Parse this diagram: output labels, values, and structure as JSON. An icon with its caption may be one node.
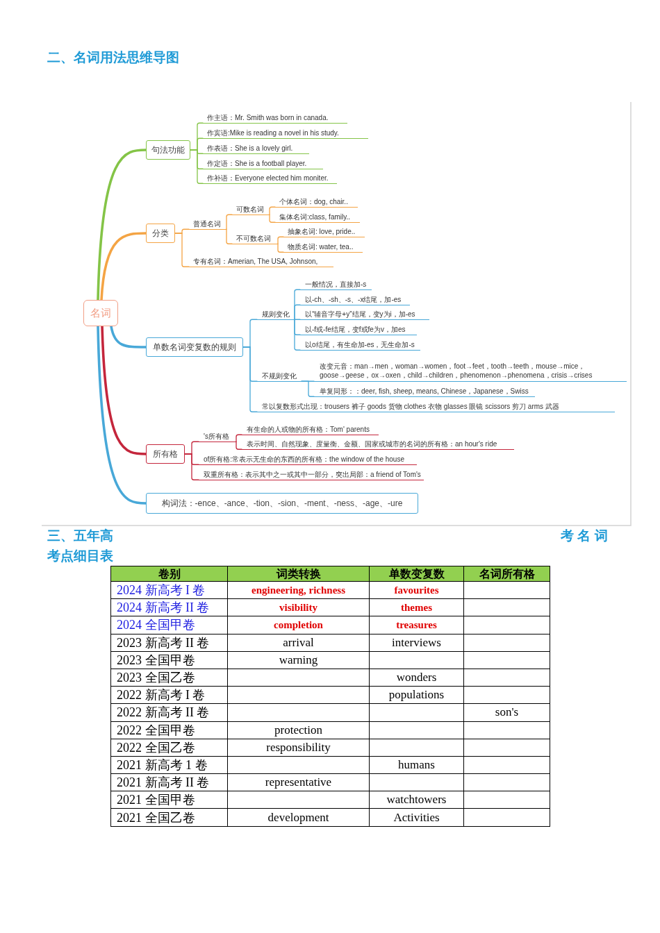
{
  "diagram": {
    "title": "二、名词用法思维导图",
    "nodes": [
      {
        "text": [
          "名词"
        ]
      },
      {
        "text": [
          "句法功能"
        ]
      },
      {
        "text": [
          "作主语：Mr. Smith was born in canada."
        ]
      },
      {
        "text": [
          "作宾语:Mike is reading a novel in his study."
        ]
      },
      {
        "text": [
          "作表语：She is a lovely girl."
        ]
      },
      {
        "text": [
          "作定语：She is a football player."
        ]
      },
      {
        "text": [
          "作补语：Everyone elected him moniter."
        ]
      },
      {
        "text": [
          "分类"
        ]
      },
      {
        "text": [
          "普通名词"
        ]
      },
      {
        "text": [
          "可数名词"
        ]
      },
      {
        "text": [
          "个体名词：dog, chair.."
        ]
      },
      {
        "text": [
          "集体名词:class, family.."
        ]
      },
      {
        "text": [
          "不可数名词"
        ]
      },
      {
        "text": [
          "抽象名词: love, pride.."
        ]
      },
      {
        "text": [
          "物质名词: water, tea.."
        ]
      },
      {
        "text": [
          "专有名词：Amerian, The USA, Johnson,"
        ]
      },
      {
        "text": [
          "单数名词变复数的规则"
        ]
      },
      {
        "text": [
          "规则变化"
        ]
      },
      {
        "text": [
          "一般情况，直接加-s"
        ]
      },
      {
        "text": [
          "以-ch、-sh、-s、-x结尾，加-es"
        ]
      },
      {
        "text": [
          "以“辅音字母+y”结尾，变y为i，加-es"
        ]
      },
      {
        "text": [
          "以-f或-fe结尾，变f或fe为v，加es"
        ]
      },
      {
        "text": [
          "以o结尾，有生命加-es，无生命加-s"
        ]
      },
      {
        "text": [
          "不规则变化"
        ]
      },
      {
        "text": [
          "改变元音：man→men，woman→women，foot→feet，tooth→teeth，mouse→mice，goose→geese，ox→oxen，child→children，phenomenon→phenomena，crisis→crises"
        ]
      },
      {
        "text": [
          "单复同形：：deer, fish, sheep, means, Chinese，Japanese，Swiss"
        ]
      },
      {
        "text": [
          "常以复数形式出现：trousers 裤子 goods 货物 clothes 衣物 glasses 眼镜 scissors 剪刀 arms 武器"
        ]
      },
      {
        "text": [
          "所有格"
        ]
      },
      {
        "text": [
          "'s所有格"
        ]
      },
      {
        "text": [
          "有生命的人或物的所有格：Tom' parents"
        ]
      },
      {
        "text": [
          "表示时间、自然现象、度量衡、金额、国家或城市的名词的所有格：an hour's ride"
        ]
      },
      {
        "text": [
          "of所有格:常表示无生命的东西的所有格：the window of the house"
        ]
      },
      {
        "text": [
          "双重所有格：表示其中之一或其中一部分，突出局部：a friend of Tom's"
        ]
      },
      {
        "text": [
          "构词法：-ence、-ance、-tion、-sion、-ment、-ness、-age、-ure"
        ]
      }
    ],
    "edges": [
      {
        "from": 0,
        "to": 1,
        "arrow": "none",
        "style": "thick",
        "color": "#84c447"
      },
      {
        "from": 1,
        "to": 2,
        "arrow": "none",
        "color": "#84c447"
      },
      {
        "from": 1,
        "to": 3,
        "arrow": "none",
        "color": "#84c447"
      },
      {
        "from": 1,
        "to": 4,
        "arrow": "none",
        "color": "#84c447"
      },
      {
        "from": 1,
        "to": 5,
        "arrow": "none",
        "color": "#84c447"
      },
      {
        "from": 1,
        "to": 6,
        "arrow": "none",
        "color": "#84c447"
      },
      {
        "from": 0,
        "to": 7,
        "arrow": "none",
        "style": "thick",
        "color": "#f4a444"
      },
      {
        "from": 7,
        "to": 8,
        "arrow": "none",
        "color": "#f4a444"
      },
      {
        "from": 8,
        "to": 9,
        "arrow": "none",
        "color": "#f4a444"
      },
      {
        "from": 9,
        "to": 10,
        "arrow": "none",
        "color": "#f4a444"
      },
      {
        "from": 9,
        "to": 11,
        "arrow": "none",
        "color": "#f4a444"
      },
      {
        "from": 8,
        "to": 12,
        "arrow": "none",
        "color": "#f4a444"
      },
      {
        "from": 12,
        "to": 13,
        "arrow": "none",
        "color": "#f4a444"
      },
      {
        "from": 12,
        "to": 14,
        "arrow": "none",
        "color": "#f4a444"
      },
      {
        "from": 7,
        "to": 15,
        "arrow": "none",
        "color": "#f4a444"
      },
      {
        "from": 0,
        "to": 16,
        "arrow": "none",
        "style": "thick"
      },
      {
        "from": 16,
        "to": 17,
        "arrow": "none"
      },
      {
        "from": 17,
        "to": 18,
        "arrow": "none"
      },
      {
        "from": 17,
        "to": 19,
        "arrow": "none"
      },
      {
        "from": 17,
        "to": 20,
        "arrow": "none"
      },
      {
        "from": 17,
        "to": 21,
        "arrow": "none"
      },
      {
        "from": 17,
        "to": 22,
        "arrow": "none"
      },
      {
        "from": 16,
        "to": 23,
        "arrow": "none"
      },
      {
        "from": 23,
        "to": 24,
        "arrow": "none"
      },
      {
        "from": 23,
        "to": 25,
        "arrow": "none"
      },
      {
        "from": 16,
        "to": 26,
        "arrow": "none"
      },
      {
        "from": 0,
        "to": 27,
        "arrow": "none",
        "style": "thick",
        "color": "#c4263c"
      },
      {
        "from": 27,
        "to": 28,
        "arrow": "none",
        "color": "#c4263c"
      },
      {
        "from": 28,
        "to": 29,
        "arrow": "none",
        "color": "#c4263c"
      },
      {
        "from": 28,
        "to": 30,
        "arrow": "none",
        "color": "#c4263c"
      },
      {
        "from": 27,
        "to": 31,
        "arrow": "none",
        "color": "#c4263c"
      },
      {
        "from": 27,
        "to": 32,
        "arrow": "none",
        "color": "#c4263c"
      },
      {
        "from": 0,
        "to": 33,
        "arrow": "none",
        "style": "thick"
      }
    ],
    "labels": [
      "三、五年高",
      "考 名 词",
      "考点细目表",
      "卷别",
      "词类转换",
      "单数变复数",
      "名词所有格",
      "2024 新高考 I 卷",
      "engineering, richness",
      "favourites",
      "2024 新高考 II 卷",
      "visibility",
      "themes",
      "2024 全国甲卷",
      "completion",
      "treasures",
      "2023 新高考 II 卷",
      "arrival",
      "interviews",
      "2023 全国甲卷",
      "warning",
      "2023 全国乙卷",
      "wonders",
      "2022 新高考 I 卷",
      "populations",
      "2022 新高考 II 卷",
      "son's",
      "2022 全国甲卷",
      "protection",
      "2022 全国乙卷",
      "responsibility",
      "2021 新高考 1 卷",
      "humans",
      "2021 新高考 II 卷",
      "representative",
      "2021 全国甲卷",
      "watchtowers",
      "2021 全国乙卷",
      "development",
      "Activities"
    ]
  }
}
